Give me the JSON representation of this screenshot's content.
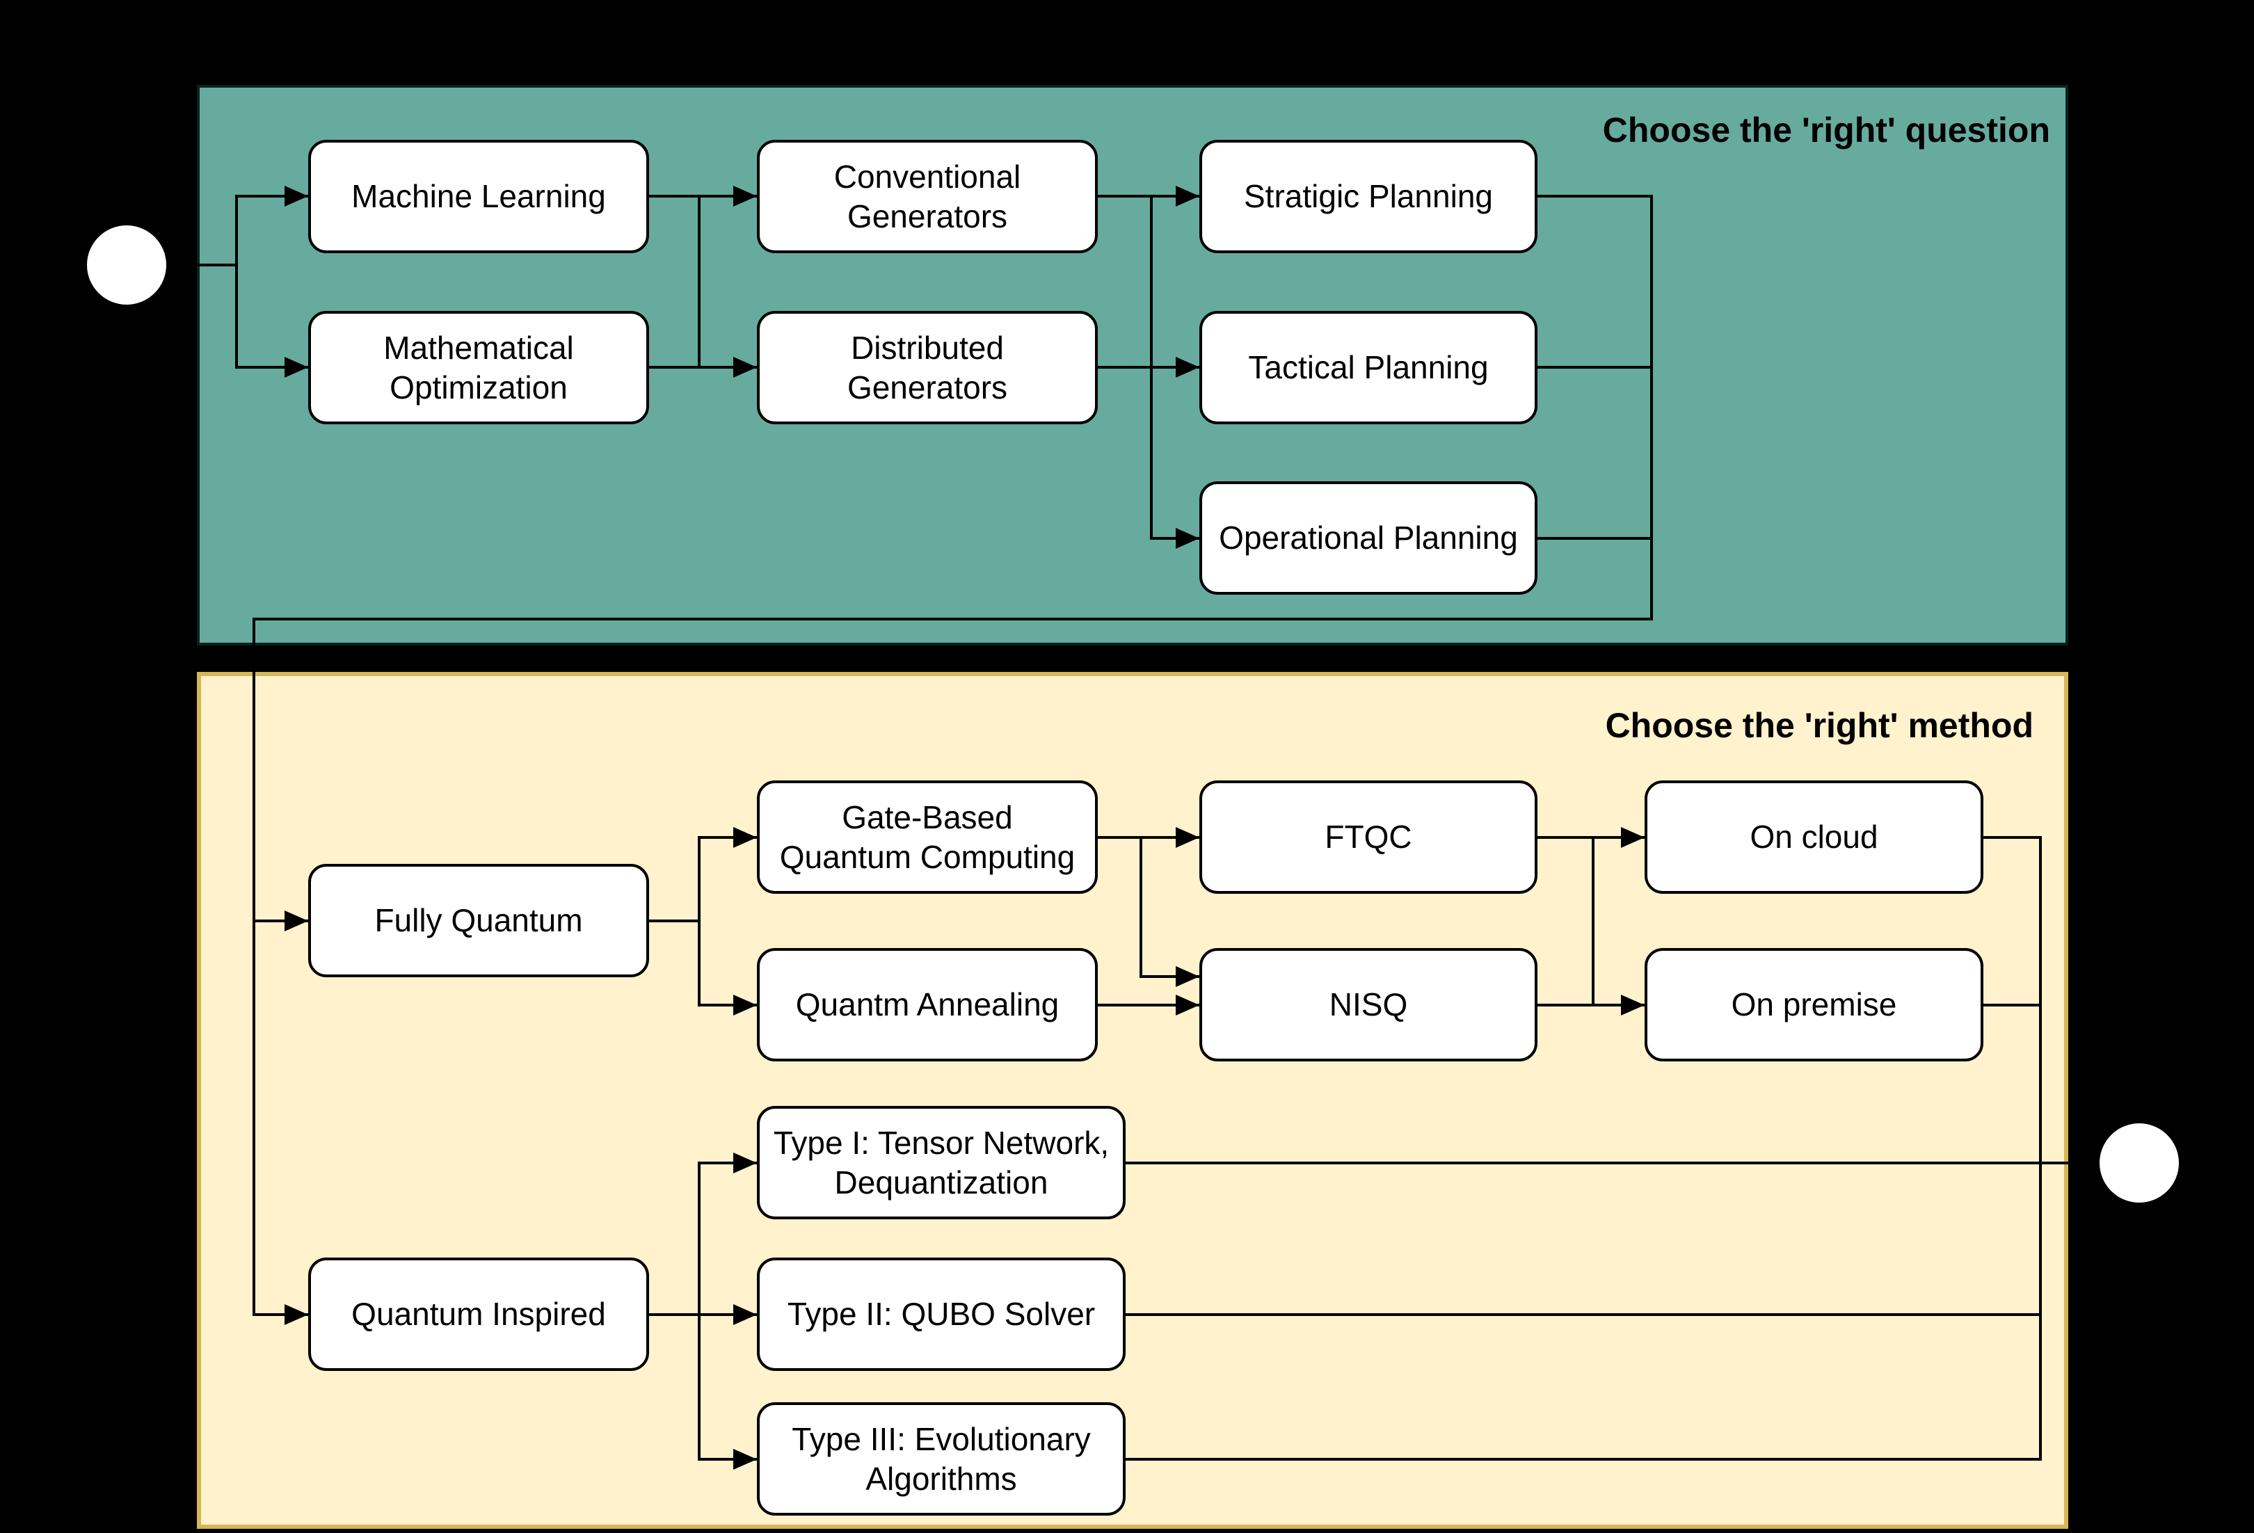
{
  "background": "#000000",
  "panels": {
    "question": {
      "title": "Choose the 'right' question",
      "fill": "#67AB9F",
      "border": "#0b221d"
    },
    "method": {
      "title": "Choose the 'right' method",
      "fill": "#FFF2CC",
      "border": "#D6B656"
    }
  },
  "node_style": {
    "fill": "#FFFFFF",
    "border": "#000000",
    "text_color": "#000000"
  },
  "edge_color": "#000000",
  "start_node": {
    "shape": "circle",
    "fill": "#FFFFFF"
  },
  "end_node": {
    "shape": "circle",
    "fill": "#FFFFFF"
  },
  "nodes": {
    "machine_learning": {
      "label": "Machine Learning"
    },
    "mathematical_optimization": {
      "label": "Mathematical\nOptimization"
    },
    "conventional_generators": {
      "label": "Conventional\nGenerators"
    },
    "distributed_generators": {
      "label": "Distributed\nGenerators"
    },
    "strategic_planning": {
      "label": "Stratigic Planning"
    },
    "tactical_planning": {
      "label": "Tactical Planning"
    },
    "operational_planning": {
      "label": "Operational Planning"
    },
    "fully_quantum": {
      "label": "Fully Quantum"
    },
    "gate_based_qc": {
      "label": "Gate-Based\nQuantum Computing"
    },
    "quantum_annealing": {
      "label": "Quantm Annealing"
    },
    "ftqc": {
      "label": "FTQC"
    },
    "nisq": {
      "label": "NISQ"
    },
    "on_cloud": {
      "label": "On cloud"
    },
    "on_premise": {
      "label": "On premise"
    },
    "type_1": {
      "label": "Type I: Tensor Network,\nDequantization"
    },
    "quantum_inspired": {
      "label": "Quantum Inspired"
    },
    "type_2": {
      "label": "Type II: QUBO Solver"
    },
    "type_3": {
      "label": "Type III: Evolutionary\nAlgorithms"
    }
  }
}
